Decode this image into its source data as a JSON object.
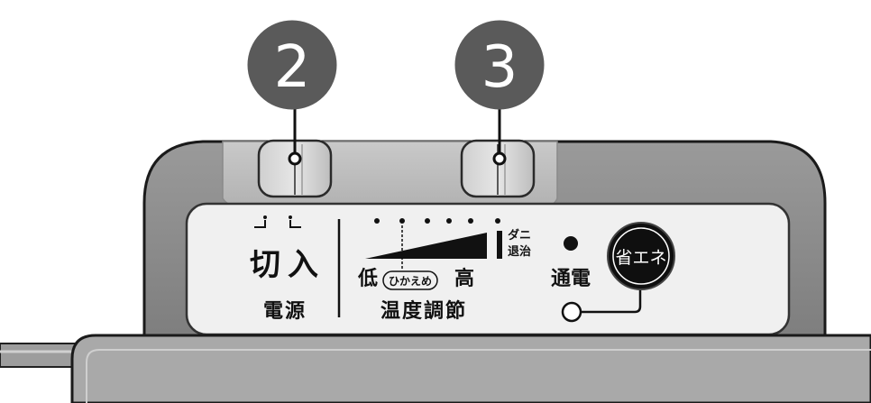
{
  "callouts": {
    "left": "2",
    "right": "3"
  },
  "power": {
    "off_label": "切",
    "on_label": "入",
    "caption": "電源"
  },
  "temperature": {
    "low_label": "低",
    "modest_label": "ひかえめ",
    "high_label": "高",
    "mite_label_line1": "ダニ",
    "mite_label_line2": "退治",
    "caption": "温度調節"
  },
  "indicator": {
    "label": "通電"
  },
  "eco_button": {
    "label": "省エネ"
  },
  "colors": {
    "callout_fill": "#5a5a5a",
    "body": "#8c8c8c",
    "body_light": "#bdbdbd",
    "panel": "#f0f0f0",
    "button": "#0f0f0f"
  }
}
